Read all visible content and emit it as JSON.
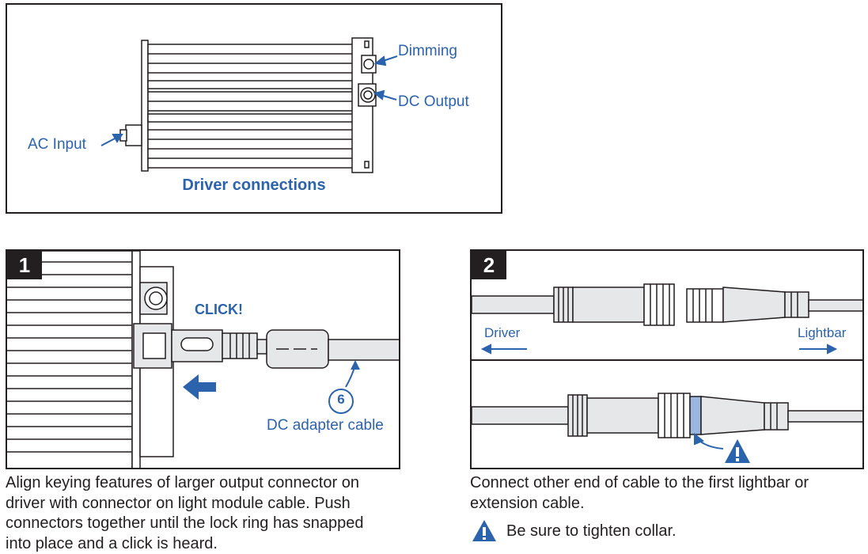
{
  "top_diagram": {
    "title": "Driver connections",
    "labels": {
      "dimming": "Dimming",
      "dc_output": "DC Output",
      "ac_input": "AC Input"
    }
  },
  "step1": {
    "number": "1",
    "click_label": "CLICK!",
    "part_number": "6",
    "cable_label": "DC adapter cable",
    "caption_lines": [
      "Align keying features of larger output connector on",
      "driver with connector on light module cable. Push",
      "connectors together until the lock ring has snapped",
      "into place and a click is heard."
    ]
  },
  "step2": {
    "number": "2",
    "driver_label": "Driver",
    "lightbar_label": "Lightbar",
    "caption_lines": [
      "Connect other end of cable to the first lightbar or",
      "extension cable."
    ],
    "warning_text": "Be sure to tighten collar."
  },
  "colors": {
    "accent_blue": "#2b63ad",
    "ink": "#231f20",
    "gray_fill": "#e6e7e8"
  }
}
